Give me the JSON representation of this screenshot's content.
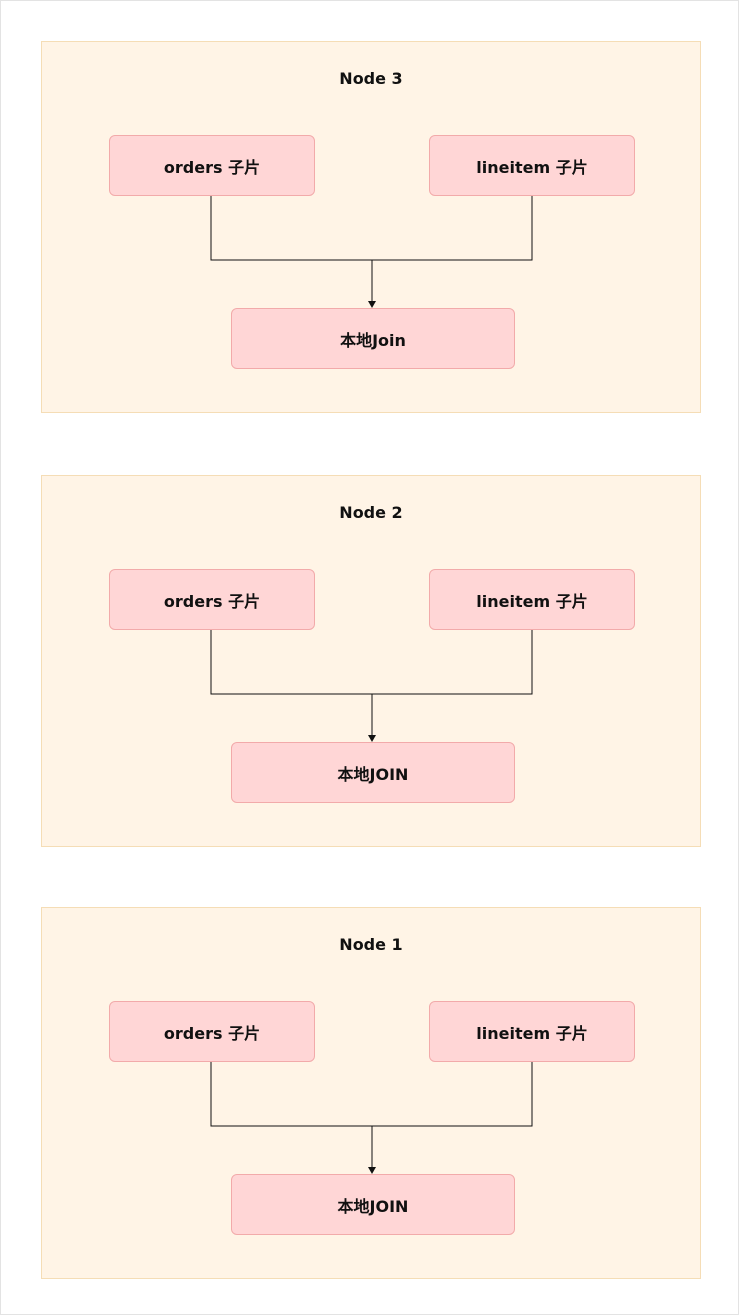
{
  "diagram": {
    "nodes": [
      {
        "title": "Node 3",
        "left_shard": "orders 子片",
        "right_shard": "lineitem 子片",
        "join": "本地Join"
      },
      {
        "title": "Node 2",
        "left_shard": "orders 子片",
        "right_shard": "lineitem 子片",
        "join": "本地JOIN"
      },
      {
        "title": "Node 1",
        "left_shard": "orders 子片",
        "right_shard": "lineitem 子片",
        "join": "本地JOIN"
      }
    ],
    "colors": {
      "panel_fill": "#fff4e6",
      "panel_border": "#f5ddb6",
      "box_fill": "#ffd6d6",
      "box_border": "#f2aaaa",
      "line": "#111111"
    }
  }
}
